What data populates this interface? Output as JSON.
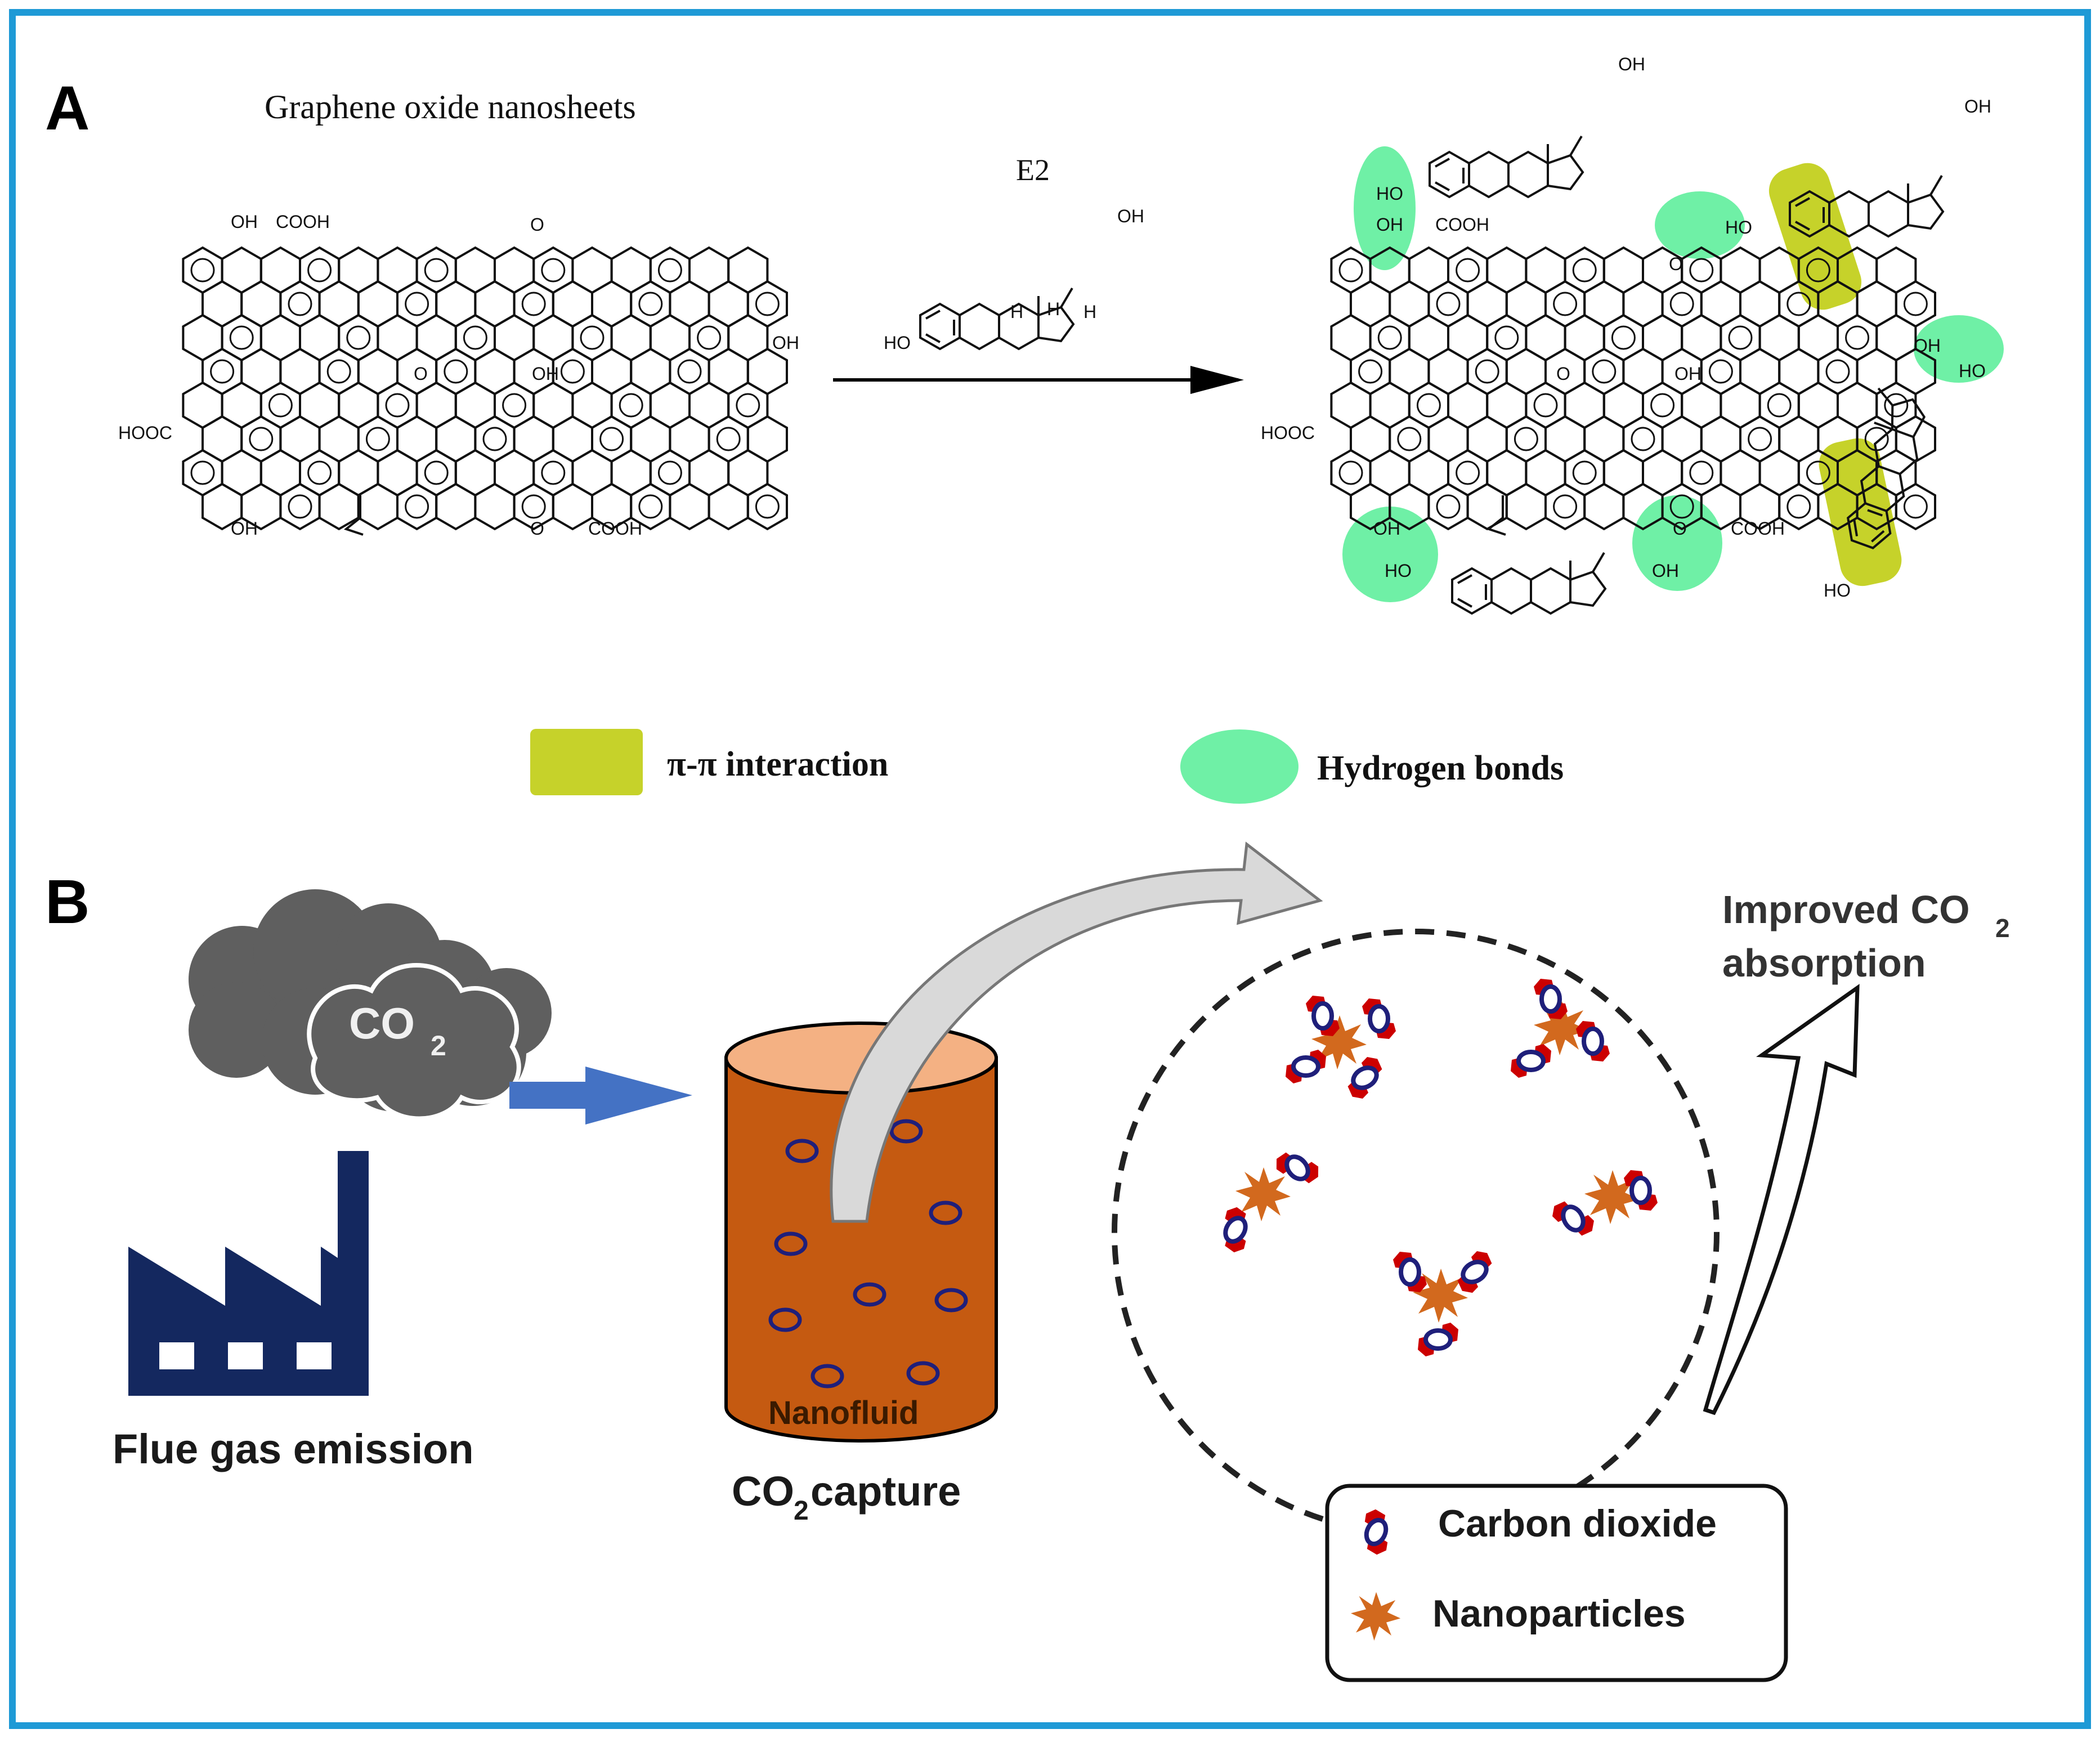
{
  "colors": {
    "frame": "#1e9ad6",
    "pi_pi": "#c6d22a",
    "hydrogen": "#6ff0a6",
    "cloud": "#5f5f5f",
    "factory": "#14285f",
    "arrow_blue": "#4472c4",
    "cylinder_body": "#c55a11",
    "cylinder_top": "#f4b183",
    "co2_red": "#cc0000",
    "co2_blue": "#1f1f7a",
    "nanoparticle": "#d2691e"
  },
  "panel_a": {
    "letter": "A",
    "title": "Graphene oxide nanosheets",
    "reagent": "E2",
    "groups": {
      "oh": "OH",
      "ho": "HO",
      "cooh": "COOH",
      "hooc": "HOOC",
      "ketone": "O",
      "h": "H"
    },
    "legend": {
      "pi_label": "π-π interaction",
      "hbond_label": "Hydrogen bonds"
    }
  },
  "panel_b": {
    "letter": "B",
    "cloud_label": "CO",
    "cloud_sub": "2",
    "factory_label": "Flue gas emission",
    "nanofluid_label": "Nanofluid",
    "capture_label": "CO",
    "capture_sub": "2",
    "capture_suffix": " capture",
    "improved_line1": "Improved CO",
    "improved_sub": "2",
    "improved_line2": "absorption",
    "legend": {
      "co2": "Carbon dioxide",
      "np": "Nanoparticles"
    }
  }
}
